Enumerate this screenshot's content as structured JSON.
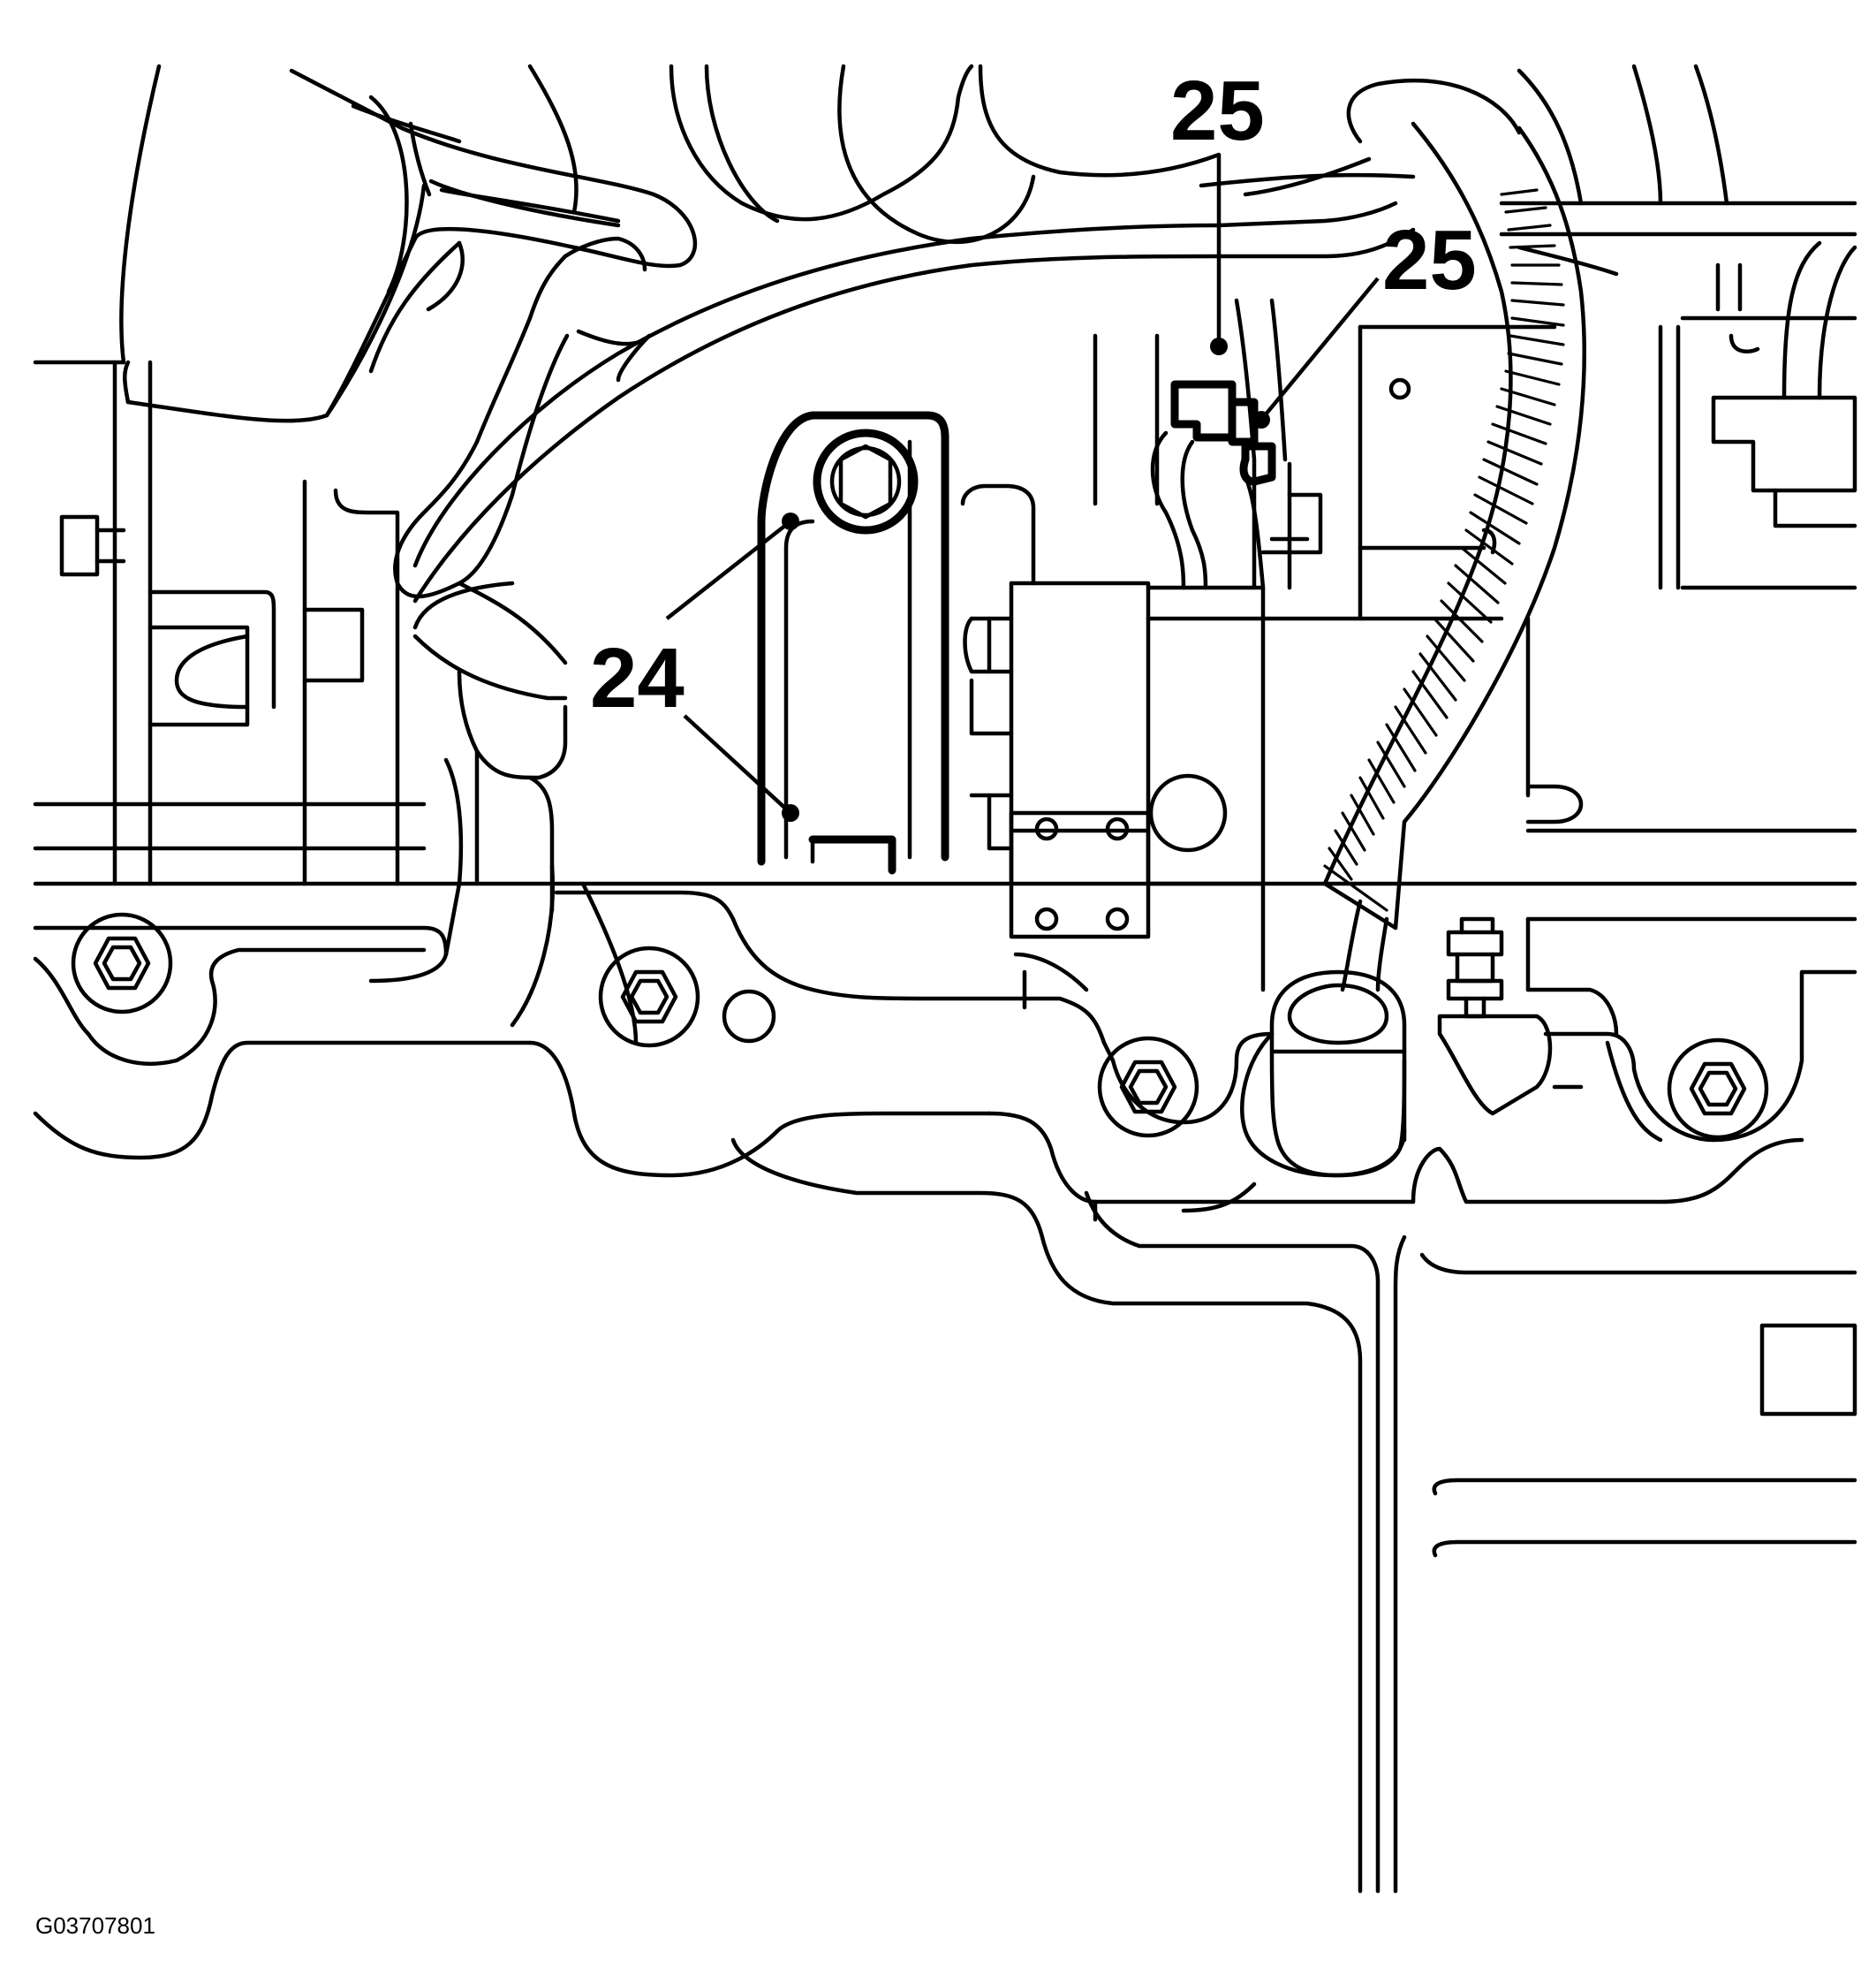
{
  "callouts": {
    "c24": "24",
    "c25_top": "25",
    "c25_right": "25"
  },
  "figure_id": "G03707801",
  "colors": {
    "line": "#000000",
    "background": "#ffffff"
  }
}
